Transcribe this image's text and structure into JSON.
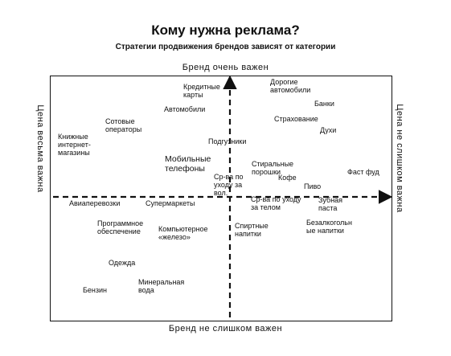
{
  "title": "Кому нужна реклама?",
  "subtitle": "Стратегии продвижения брендов зависят от категории",
  "axes": {
    "top": "Бренд очень важен",
    "bottom": "Бренд не слишком важен",
    "left": "Цена весьма важна",
    "right": "Цена не слишком важна"
  },
  "items": [
    {
      "id": "credit-cards",
      "text": "Кредитные\nкарты"
    },
    {
      "id": "luxury-cars",
      "text": "Дорогие\nавтомобили"
    },
    {
      "id": "banks",
      "text": "Банки"
    },
    {
      "id": "cars",
      "text": "Автомобили"
    },
    {
      "id": "insurance",
      "text": "Страхование"
    },
    {
      "id": "mobile-operators",
      "text": "Сотовые\nоператоры"
    },
    {
      "id": "perfume",
      "text": "Духи"
    },
    {
      "id": "online-bookstores",
      "text": "Книжные\nинтернет-\nмагазины"
    },
    {
      "id": "diapers",
      "text": "Подгузники"
    },
    {
      "id": "mobile-phones",
      "text": "Мобильные\nтелефоны"
    },
    {
      "id": "washing-powders",
      "text": "Стиральные\nпорошки"
    },
    {
      "id": "fast-food",
      "text": "Фаст фуд"
    },
    {
      "id": "hair-care",
      "text": "Ср-ва по\nуходу за\nвол."
    },
    {
      "id": "coffee",
      "text": "Кофе"
    },
    {
      "id": "beer",
      "text": "Пиво"
    },
    {
      "id": "airlines",
      "text": "Авиаперевозки"
    },
    {
      "id": "supermarkets",
      "text": "Супермаркеты"
    },
    {
      "id": "body-care",
      "text": "Ср-ва по уходу\nза телом"
    },
    {
      "id": "toothpaste",
      "text": "Зубная\nпаста"
    },
    {
      "id": "software",
      "text": "Программное\nобеспечение"
    },
    {
      "id": "hardware",
      "text": "Компьютерное\n«железо»"
    },
    {
      "id": "spirits",
      "text": "Спиртные\nнапитки"
    },
    {
      "id": "soft-drinks",
      "text": "Безалкогольн\nые напитки"
    },
    {
      "id": "clothing",
      "text": "Одежда"
    },
    {
      "id": "mineral-water",
      "text": "Минеральная\nвода"
    },
    {
      "id": "gasoline",
      "text": "Бензин"
    }
  ]
}
